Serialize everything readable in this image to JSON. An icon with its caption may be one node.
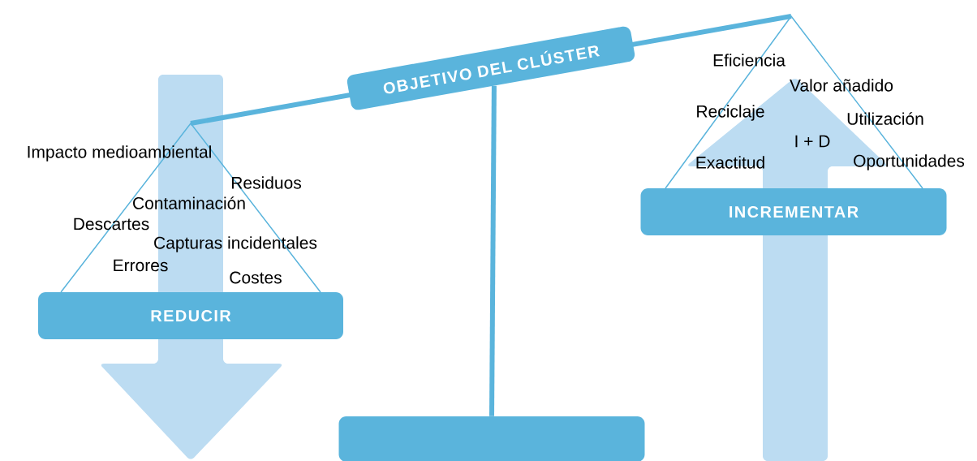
{
  "diagram": {
    "nodes": [
      {
        "text": [
          "OBJETIVO DEL CLÚSTER"
        ]
      },
      {
        "text": [
          "REDUCIR"
        ]
      },
      {
        "text": [
          "INCREMENTAR"
        ]
      },
      {
        "text": [],
        "shape": "box"
      }
    ],
    "edges": [
      {
        "from": 0,
        "to": 3,
        "arrow": "none"
      }
    ],
    "labels": [
      "Impacto medioambiental",
      "Residuos",
      "Contaminación",
      "Descartes",
      "Capturas incidentales",
      "Errores",
      "Costes",
      "Eficiencia",
      "Valor añadido",
      "Reciclaje",
      "Utilización",
      "I + D",
      "Exactitud",
      "Oportunidades"
    ]
  }
}
